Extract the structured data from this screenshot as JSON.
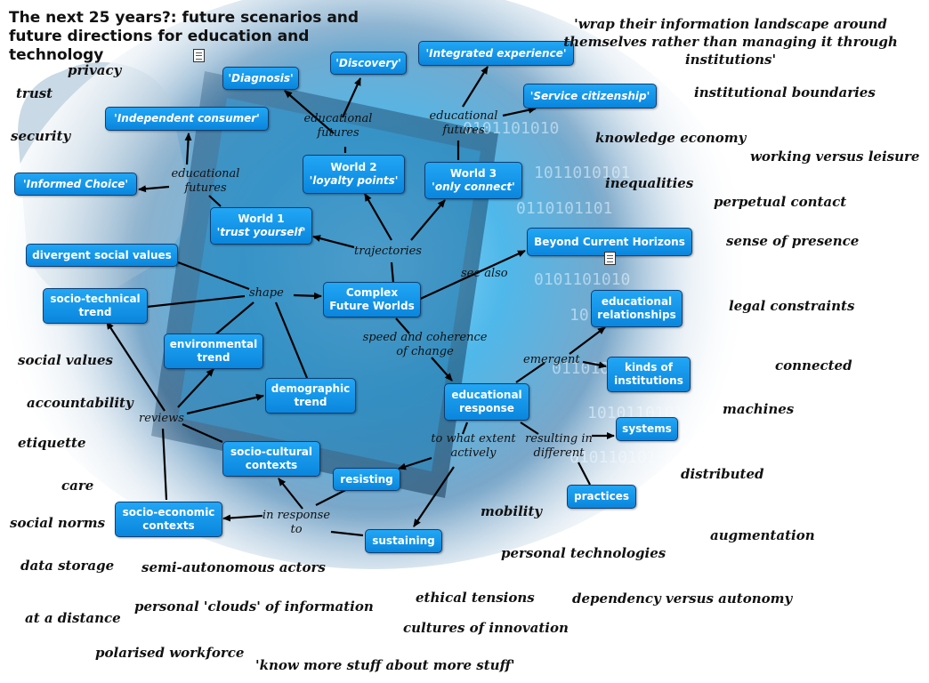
{
  "title": "The next 25 years?: future scenarios and future directions for education and technology",
  "quote": "'wrap their information landscape around themselves rather than managing it through institutions'",
  "nodes": {
    "diagnosis": "'Diagnosis'",
    "discovery": "'Discovery'",
    "integrated": "'Integrated experience'",
    "service": "'Service citizenship'",
    "independent": "'Independent consumer'",
    "informed": "'Informed Choice'",
    "world2_title": "World 2",
    "world2_sub": "'loyalty points'",
    "world3_title": "World 3",
    "world3_sub": "'only connect'",
    "world1_title": "World 1",
    "world1_sub": "'trust yourself'",
    "beyond": "Beyond Current Horizons",
    "divergent": "divergent social values",
    "sociotech": "socio-technical trend",
    "complex": "Complex Future Worlds",
    "edrel": "educational relationships",
    "environmental": "environmental trend",
    "kinds": "kinds of institutions",
    "demographic": "demographic trend",
    "edresp": "educational response",
    "systems": "systems",
    "sociocultural": "socio-cultural contexts",
    "resisting": "resisting",
    "practices": "practices",
    "socioeconomic": "socio-economic contexts",
    "sustaining": "sustaining"
  },
  "link_labels": {
    "edfut1": "educational futures",
    "edfut2": "educational futures",
    "edfut3": "educational futures",
    "trajectories": "trajectories",
    "see_also": "see also",
    "shape": "shape",
    "speed": "speed and coherence of change",
    "emergent": "emergent",
    "reviews": "reviews",
    "to_what": "to what extent actively",
    "resulting": "resulting in different",
    "in_response": "in response to"
  },
  "keywords": {
    "privacy": "privacy",
    "trust": "trust",
    "security": "security",
    "institutional_boundaries": "institutional boundaries",
    "knowledge_economy": "knowledge economy",
    "working_vs_leisure": "working versus leisure",
    "inequalities": "inequalities",
    "perpetual_contact": "perpetual contact",
    "sense_of_presence": "sense of presence",
    "legal_constraints": "legal constraints",
    "connected": "connected",
    "machines": "machines",
    "social_values": "social values",
    "accountability": "accountability",
    "etiquette": "etiquette",
    "care": "care",
    "social_norms": "social norms",
    "distributed": "distributed",
    "mobility": "mobility",
    "augmentation": "augmentation",
    "personal_technologies": "personal technologies",
    "data_storage": "data storage",
    "semi_autonomous": "semi-autonomous actors",
    "ethical_tensions": "ethical tensions",
    "dependency": "dependency versus autonomy",
    "at_a_distance": "at a distance",
    "personal_clouds": "personal 'clouds' of information",
    "cultures_innovation": "cultures of innovation",
    "polarised": "polarised workforce",
    "know_more": "'know more stuff about more stuff'"
  },
  "colors": {
    "node_fill": "#1a9bef",
    "node_border": "#0f3f73",
    "node_text": "#ffffff",
    "link": "#000000",
    "background_glow": "#3fb4ee"
  }
}
